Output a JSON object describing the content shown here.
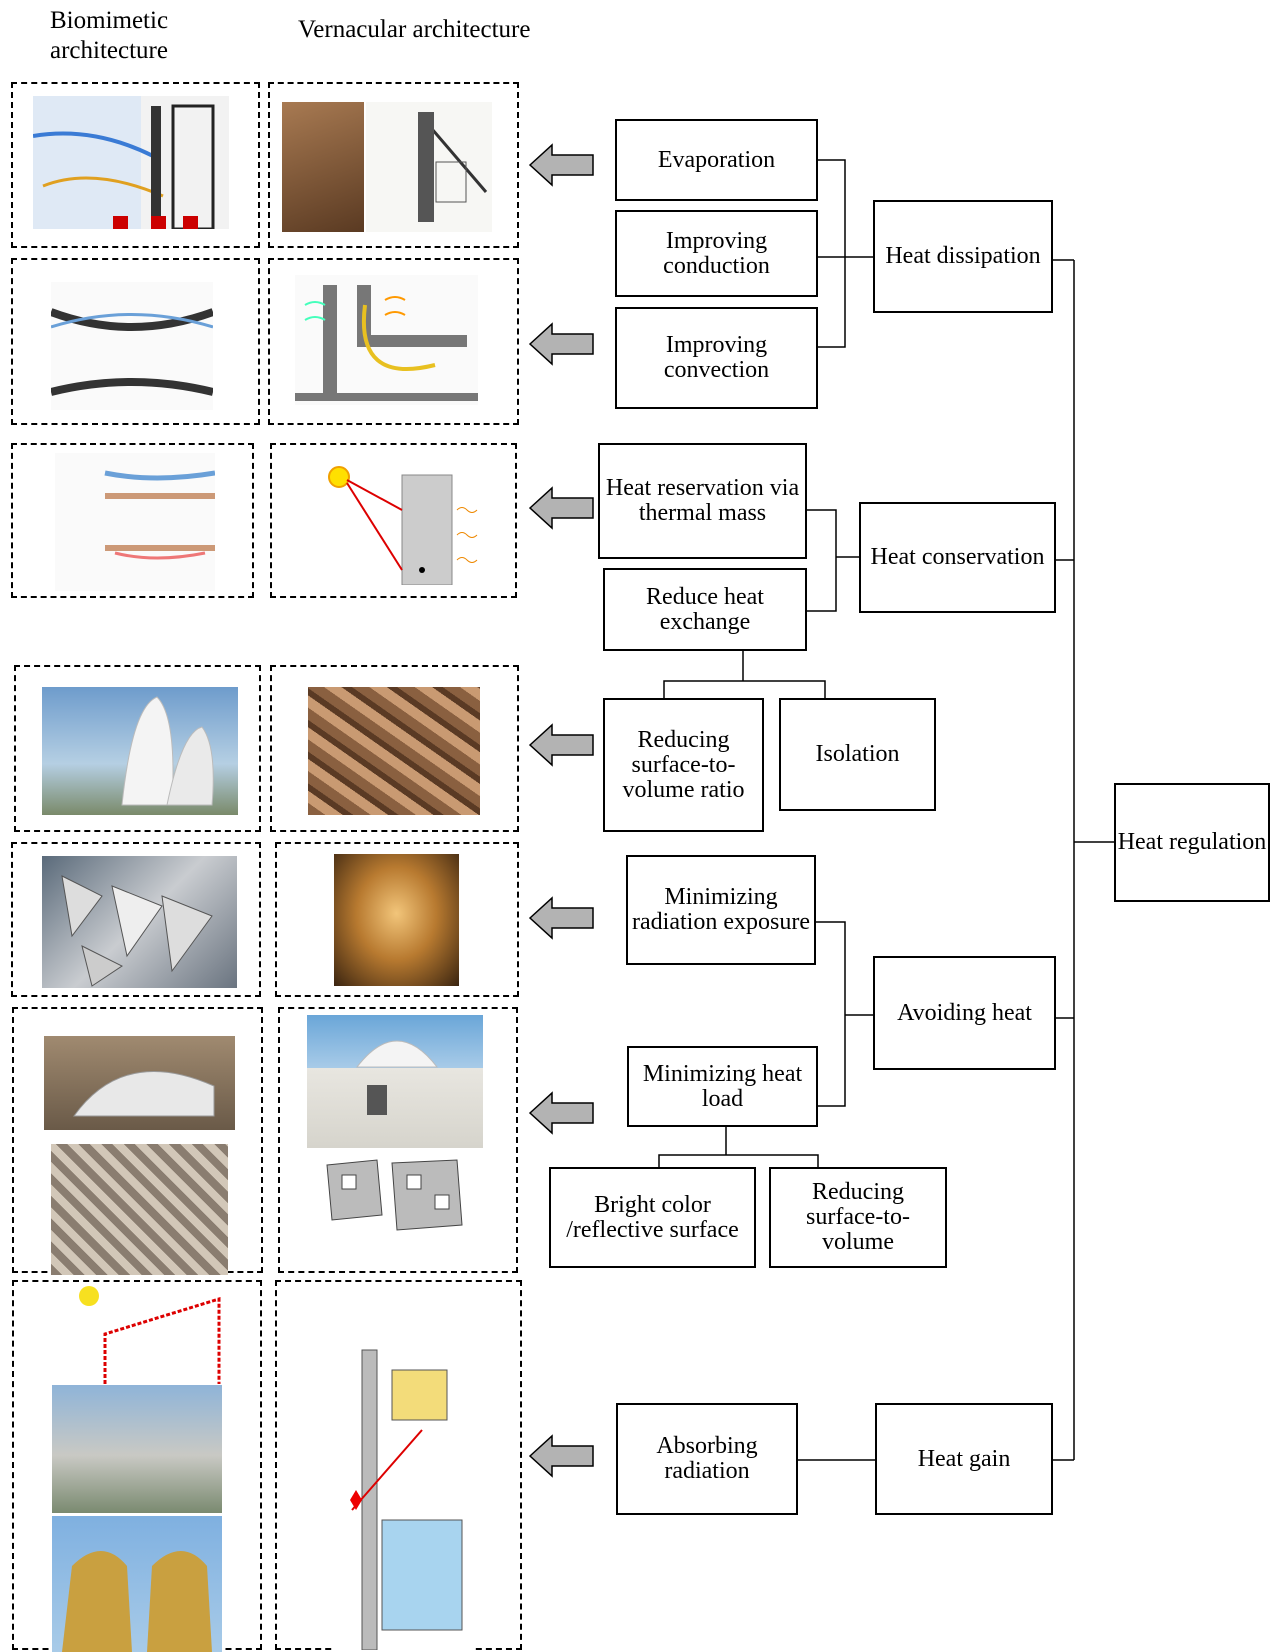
{
  "headers": {
    "biomimetic": "Biomimetic architecture",
    "vernacular": "Vernacular architecture"
  },
  "nodes": {
    "heat_regulation": "Heat regulation",
    "heat_dissipation": "Heat dissipation",
    "evaporation": "Evaporation",
    "improving_conduction": "Improving conduction",
    "improving_convection": "Improving convection",
    "heat_conservation": "Heat conservation",
    "heat_reservation": "Heat reservation via thermal mass",
    "reduce_heat_exchange": "Reduce heat exchange",
    "reducing_svr": "Reducing surface-to-volume ratio",
    "isolation": "Isolation",
    "avoiding_heat": "Avoiding heat",
    "minimizing_radiation": "Minimizing radiation exposure",
    "minimizing_heat_load": "Minimizing heat load",
    "bright_color": "Bright color /reflective surface",
    "reducing_sv": "Reducing surface-to-volume",
    "heat_gain": "Heat gain",
    "absorbing_radiation": "Absorbing radiation"
  },
  "colors": {
    "arrow_fill": "#b3b3b3",
    "line": "#000000"
  }
}
